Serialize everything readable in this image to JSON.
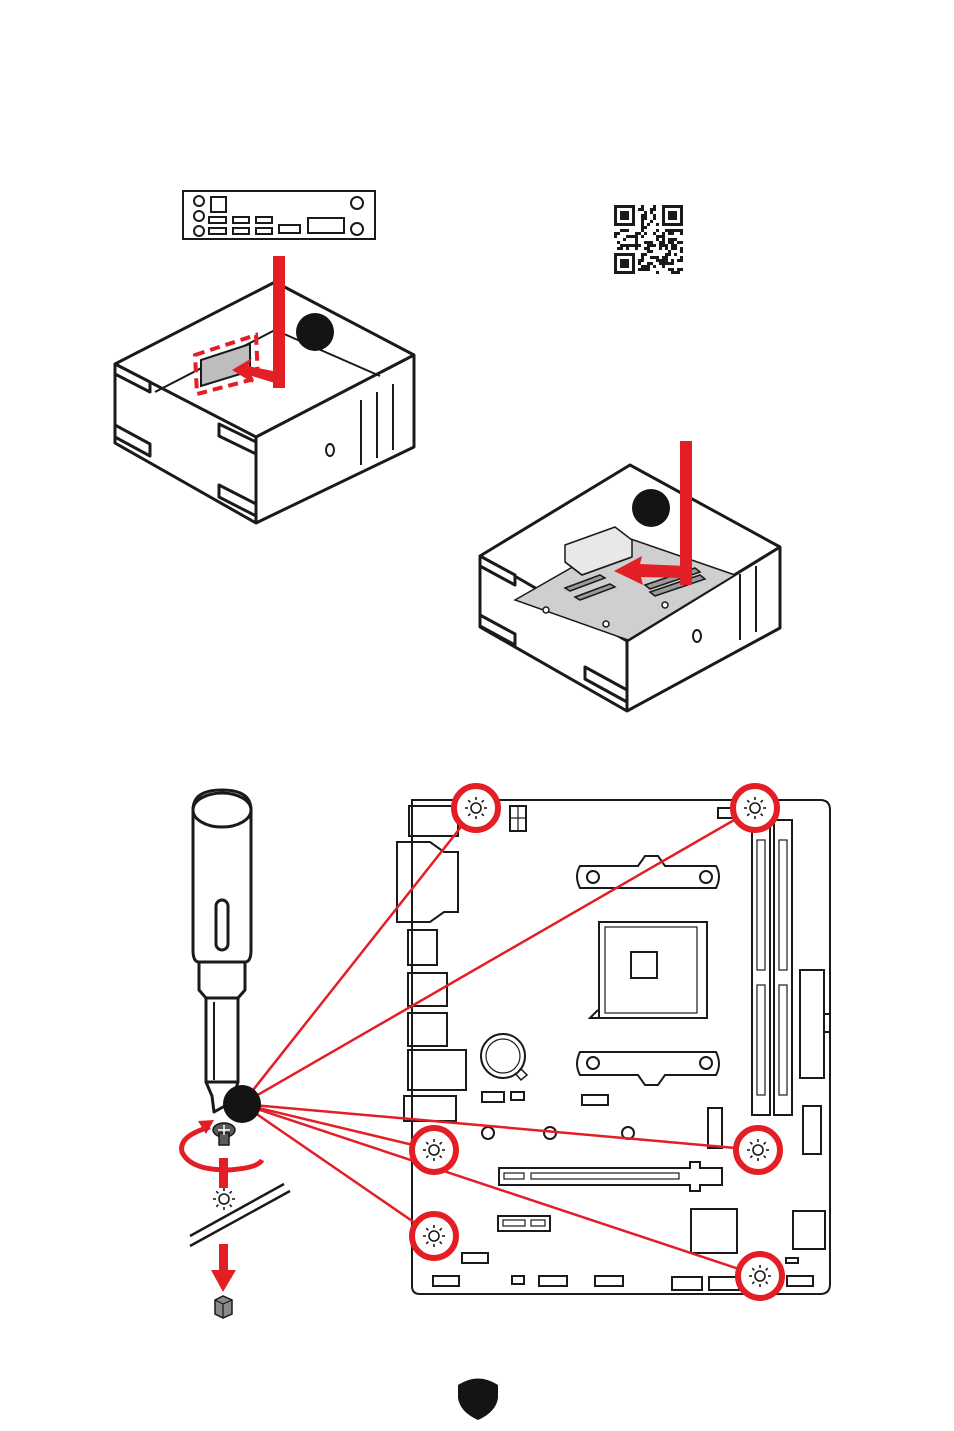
{
  "steps": [
    {
      "id": "io-shield",
      "label": ""
    },
    {
      "id": "motherboard",
      "label": ""
    },
    {
      "id": "screws",
      "label": ""
    }
  ],
  "qr_code": {
    "icon": "qr-code-icon"
  },
  "io_shield": {
    "icon": "io-shield-icon"
  },
  "screw_points_count": 6,
  "colors": {
    "accent_red": "#e31e24",
    "line_black": "#1a1a1a",
    "board_gray": "#d0d0d0",
    "badge_black": "#141414"
  },
  "footer": {
    "icon": "msi-shield-icon"
  }
}
